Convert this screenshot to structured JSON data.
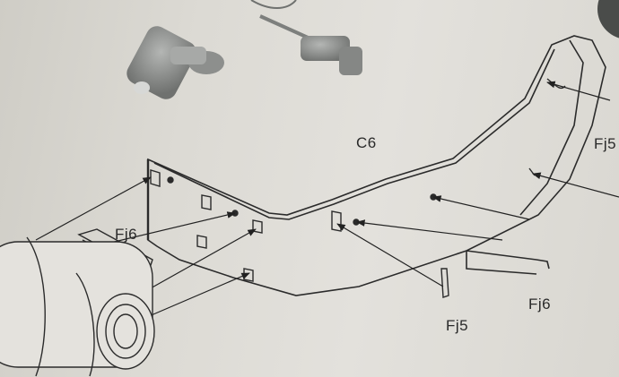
{
  "labels": {
    "c6": "C6",
    "fj6_left": "Fj6",
    "fj6_right": "Fj6",
    "fj5_bottom": "Fj5",
    "fj5_right": "Fj5"
  },
  "colors": {
    "paper": "#e1dfda",
    "ink": "#2b2b2b",
    "resin": "#8f918f"
  }
}
